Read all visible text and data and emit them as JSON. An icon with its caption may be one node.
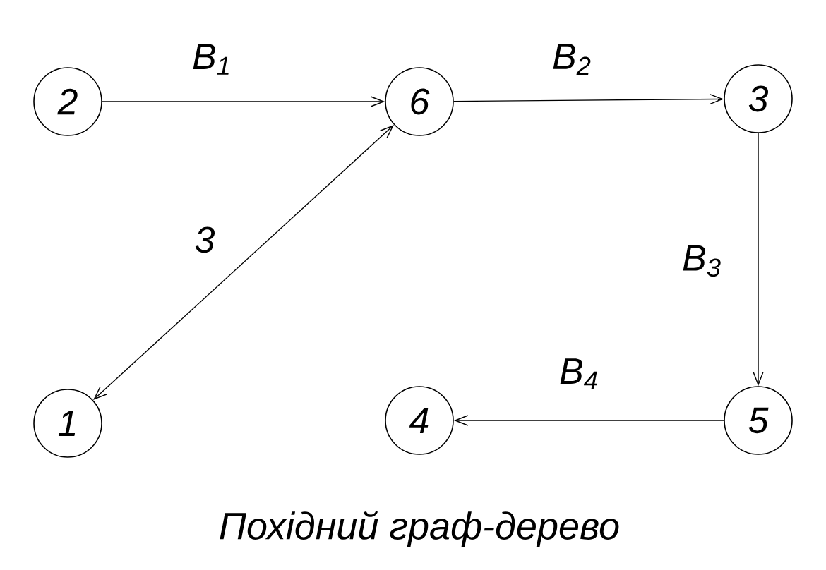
{
  "diagram": {
    "caption": "Похідний граф-дерево",
    "nodes": [
      {
        "text": [
          "2"
        ]
      },
      {
        "text": [
          "6"
        ]
      },
      {
        "text": [
          "3"
        ]
      },
      {
        "text": [
          "1"
        ]
      },
      {
        "text": [
          "4"
        ]
      },
      {
        "text": [
          "5"
        ]
      }
    ],
    "edges": [
      {
        "from": 0,
        "to": 1,
        "arrow": "to",
        "label": "B$_{1}$"
      },
      {
        "from": 1,
        "to": 2,
        "arrow": "to",
        "label": "B$_{2}$"
      },
      {
        "from": 2,
        "to": 5,
        "arrow": "to",
        "label": "B$_{3}$"
      },
      {
        "from": 5,
        "to": 4,
        "arrow": "to",
        "label": "B$_{4}$"
      },
      {
        "from": 1,
        "to": 3,
        "arrow": "both",
        "label": "3"
      }
    ]
  }
}
